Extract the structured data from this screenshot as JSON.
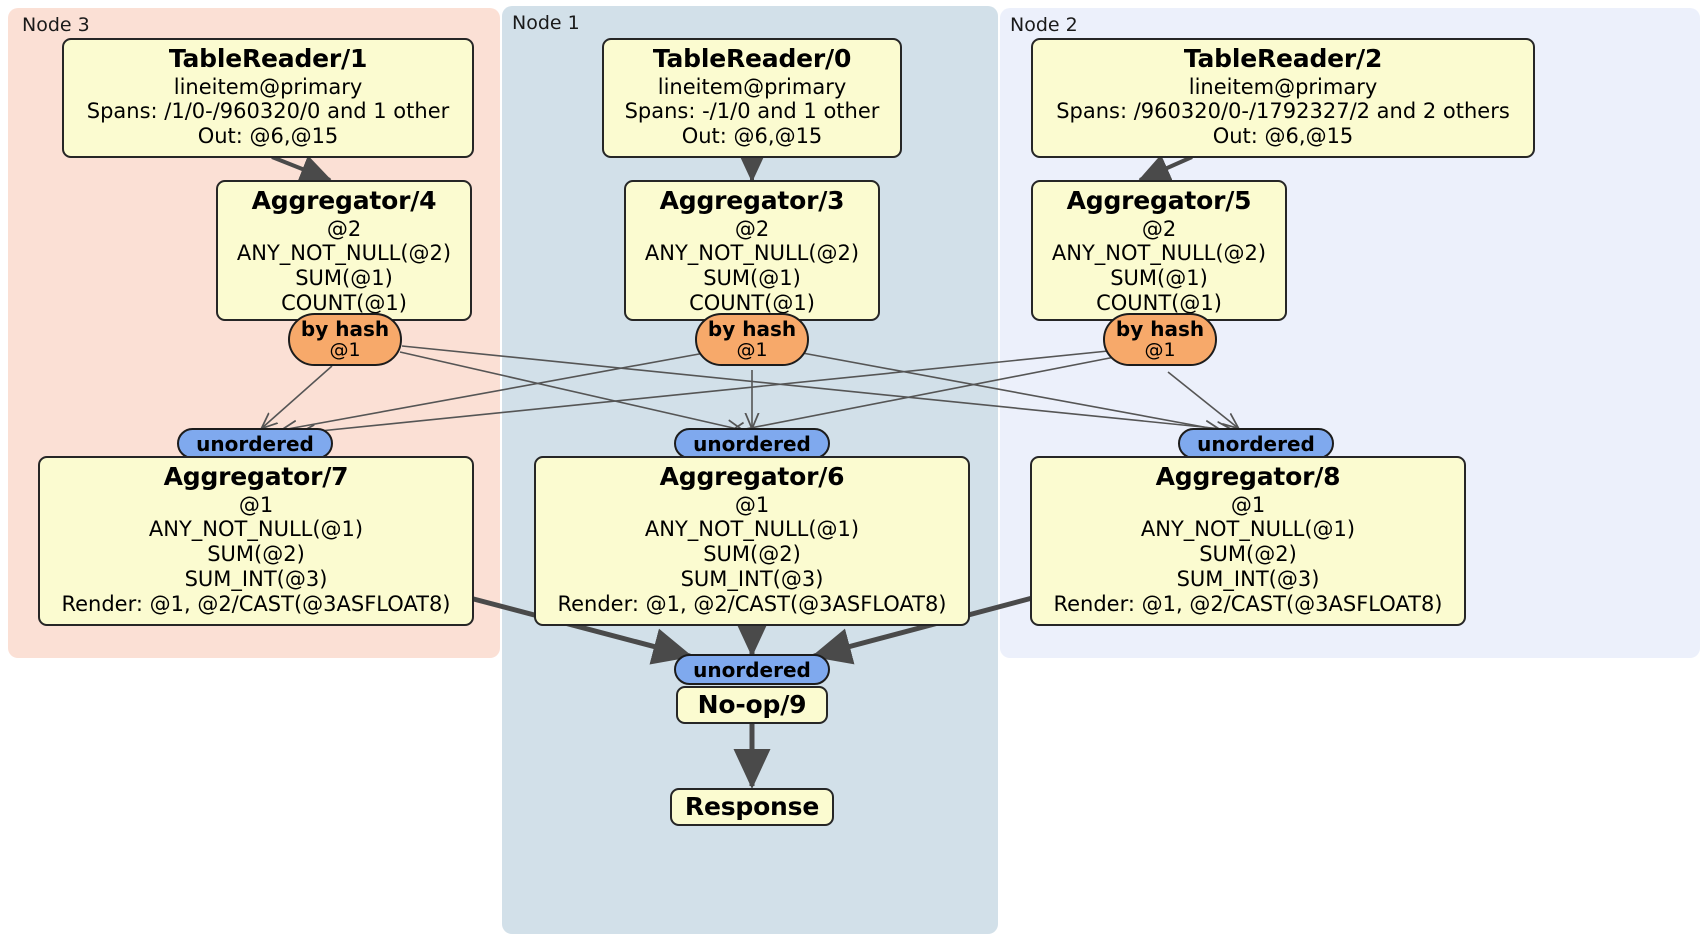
{
  "diagram": {
    "type": "distributed-query-plan",
    "title": "",
    "colors": {
      "node3_bg": "#fbe0d5",
      "node1_bg": "#d2e0e9",
      "node2_bg": "#ecf0fb",
      "processor_fill": "#fbfbd0",
      "processor_border": "#262626",
      "hash_router_fill": "#f7a96a",
      "unordered_router_fill": "#7fa9ee",
      "edge_color": "#4a4a4a",
      "thin_edge_color": "#555555"
    }
  },
  "nodes": [
    {
      "id": "node3",
      "label": "Node 3"
    },
    {
      "id": "node1",
      "label": "Node 1"
    },
    {
      "id": "node2",
      "label": "Node 2"
    }
  ],
  "processors": {
    "table_reader_1": {
      "title": "TableReader/1",
      "lines": [
        "lineitem@primary",
        "Spans: /1/0-/960320/0 and 1 other",
        "Out: @6,@15"
      ]
    },
    "table_reader_0": {
      "title": "TableReader/0",
      "lines": [
        "lineitem@primary",
        "Spans: -/1/0 and 1 other",
        "Out: @6,@15"
      ]
    },
    "table_reader_2": {
      "title": "TableReader/2",
      "lines": [
        "lineitem@primary",
        "Spans: /960320/0-/1792327/2 and 2 others",
        "Out: @6,@15"
      ]
    },
    "aggregator_4": {
      "title": "Aggregator/4",
      "lines": [
        "@2",
        "ANY_NOT_NULL(@2)",
        "SUM(@1)",
        "COUNT(@1)"
      ]
    },
    "aggregator_3": {
      "title": "Aggregator/3",
      "lines": [
        "@2",
        "ANY_NOT_NULL(@2)",
        "SUM(@1)",
        "COUNT(@1)"
      ]
    },
    "aggregator_5": {
      "title": "Aggregator/5",
      "lines": [
        "@2",
        "ANY_NOT_NULL(@2)",
        "SUM(@1)",
        "COUNT(@1)"
      ]
    },
    "aggregator_7": {
      "title": "Aggregator/7",
      "lines": [
        "@1",
        "ANY_NOT_NULL(@1)",
        "SUM(@2)",
        "SUM_INT(@3)",
        "Render: @1, @2/CAST(@3ASFLOAT8)"
      ]
    },
    "aggregator_6": {
      "title": "Aggregator/6",
      "lines": [
        "@1",
        "ANY_NOT_NULL(@1)",
        "SUM(@2)",
        "SUM_INT(@3)",
        "Render: @1, @2/CAST(@3ASFLOAT8)"
      ]
    },
    "aggregator_8": {
      "title": "Aggregator/8",
      "lines": [
        "@1",
        "ANY_NOT_NULL(@1)",
        "SUM(@2)",
        "SUM_INT(@3)",
        "Render: @1, @2/CAST(@3ASFLOAT8)"
      ]
    },
    "noop_9": {
      "title": "No-op/9",
      "lines": []
    },
    "response": {
      "title": "Response",
      "lines": []
    }
  },
  "routers": {
    "hash_left": {
      "title": "by hash",
      "sub": "@1"
    },
    "hash_mid": {
      "title": "by hash",
      "sub": "@1"
    },
    "hash_right": {
      "title": "by hash",
      "sub": "@1"
    },
    "unordered_left": {
      "title": "unordered",
      "sub": ""
    },
    "unordered_mid": {
      "title": "unordered",
      "sub": ""
    },
    "unordered_right": {
      "title": "unordered",
      "sub": ""
    },
    "unordered_final": {
      "title": "unordered",
      "sub": ""
    }
  }
}
